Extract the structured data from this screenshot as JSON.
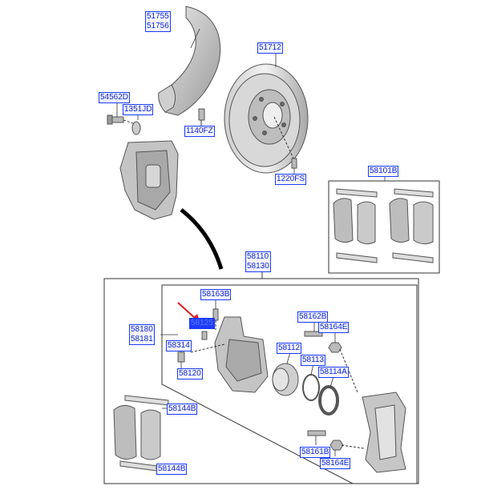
{
  "labels": {
    "p51755": "51755",
    "p51756": "51756",
    "p51712": "51712",
    "p54562D": "54562D",
    "p1351JD": "1351JD",
    "p1140FZ": "1140FZ",
    "p1220FS": "1220FS",
    "p58101B": "58101B",
    "p58110": "58110",
    "p58130": "58130",
    "p58163B": "58163B",
    "p58125": "58125",
    "p58180": "58180",
    "p58181": "58181",
    "p58314": "58314",
    "p58120": "58120",
    "p58162B": "58162B",
    "p58164E_top": "58164E",
    "p58112": "58112",
    "p58113": "58113",
    "p58114A": "58114A",
    "p58144B_a": "58144B",
    "p58144B_b": "58144B",
    "p58161B": "58161B",
    "p58164E_bot": "58164E"
  },
  "highlighted_part": "58125",
  "colors": {
    "label_border": "#1a3cff",
    "label_text": "#0a1fd6",
    "highlight": "#1f3bff",
    "arrow": "#e11b1b"
  }
}
